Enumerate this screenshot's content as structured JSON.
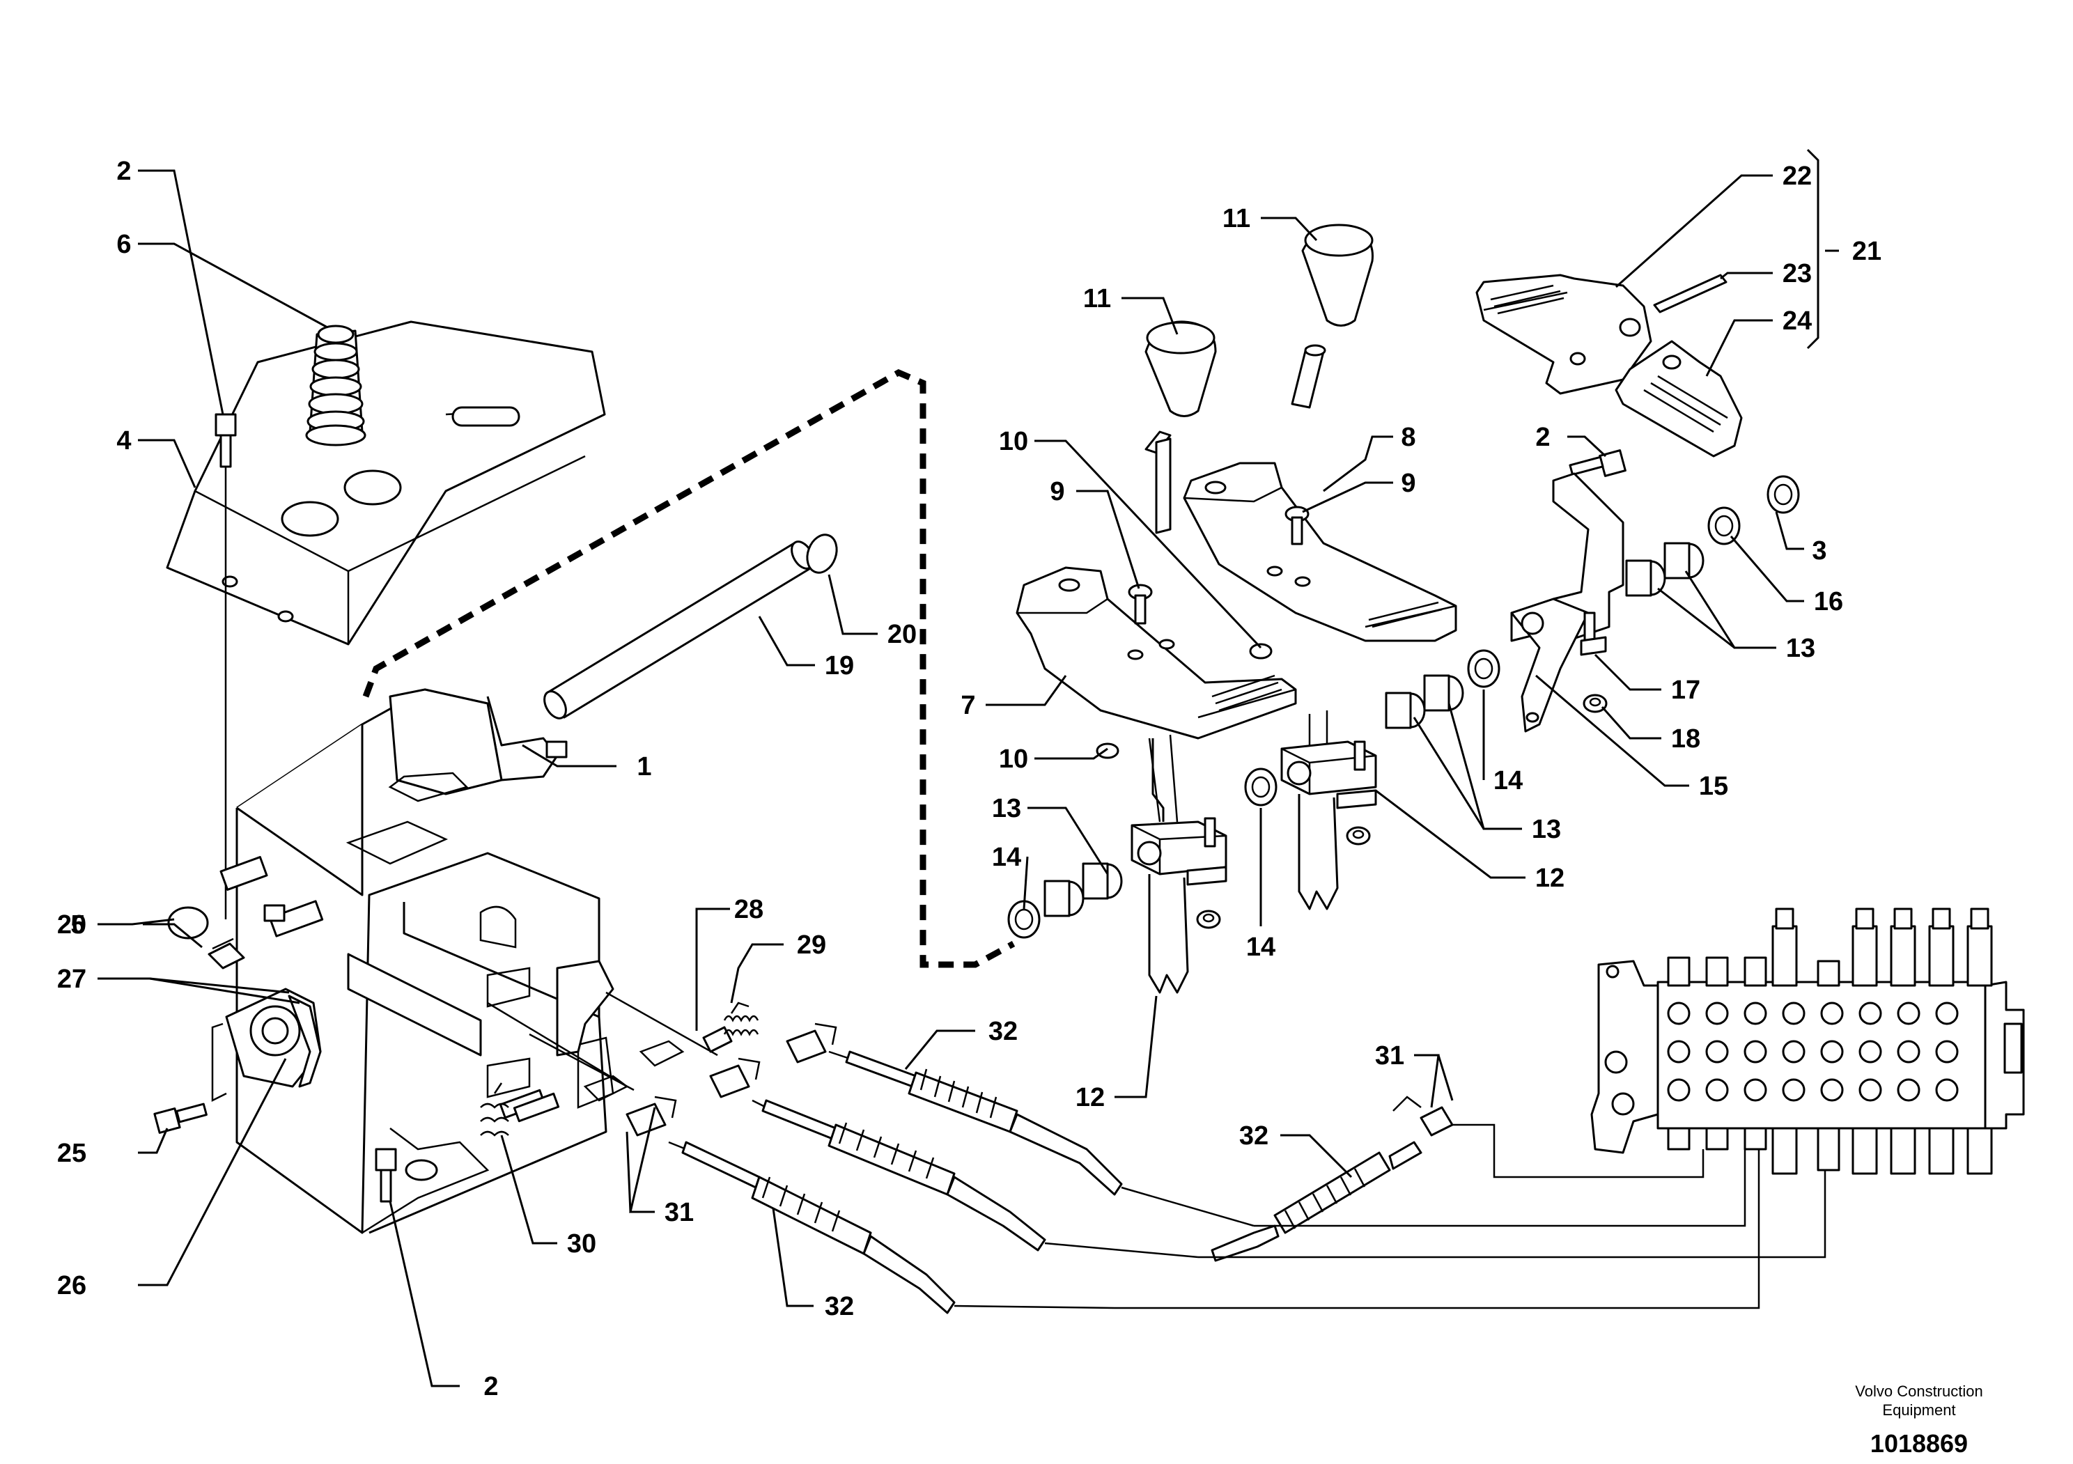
{
  "callouts": [
    {
      "key": "c1",
      "label": "1"
    },
    {
      "key": "c2a",
      "label": "2"
    },
    {
      "key": "c2b",
      "label": "2"
    },
    {
      "key": "c2c",
      "label": "2"
    },
    {
      "key": "c3",
      "label": "3"
    },
    {
      "key": "c4",
      "label": "4"
    },
    {
      "key": "c5",
      "label": "5"
    },
    {
      "key": "c6",
      "label": "6"
    },
    {
      "key": "c7",
      "label": "7"
    },
    {
      "key": "c8",
      "label": "8"
    },
    {
      "key": "c9a",
      "label": "9"
    },
    {
      "key": "c9b",
      "label": "9"
    },
    {
      "key": "c10a",
      "label": "10"
    },
    {
      "key": "c10b",
      "label": "10"
    },
    {
      "key": "c11a",
      "label": "11"
    },
    {
      "key": "c11b",
      "label": "11"
    },
    {
      "key": "c12a",
      "label": "12"
    },
    {
      "key": "c12b",
      "label": "12"
    },
    {
      "key": "c13a",
      "label": "13"
    },
    {
      "key": "c13b",
      "label": "13"
    },
    {
      "key": "c13c",
      "label": "13"
    },
    {
      "key": "c14a",
      "label": "14"
    },
    {
      "key": "c14b",
      "label": "14"
    },
    {
      "key": "c14c",
      "label": "14"
    },
    {
      "key": "c15",
      "label": "15"
    },
    {
      "key": "c16",
      "label": "16"
    },
    {
      "key": "c17",
      "label": "17"
    },
    {
      "key": "c18",
      "label": "18"
    },
    {
      "key": "c19",
      "label": "19"
    },
    {
      "key": "c20a",
      "label": "20"
    },
    {
      "key": "c20b",
      "label": "20"
    },
    {
      "key": "c21",
      "label": "21"
    },
    {
      "key": "c22",
      "label": "22"
    },
    {
      "key": "c23",
      "label": "23"
    },
    {
      "key": "c24",
      "label": "24"
    },
    {
      "key": "c25",
      "label": "25"
    },
    {
      "key": "c26",
      "label": "26"
    },
    {
      "key": "c27",
      "label": "27"
    },
    {
      "key": "c28",
      "label": "28"
    },
    {
      "key": "c29",
      "label": "29"
    },
    {
      "key": "c30",
      "label": "30"
    },
    {
      "key": "c31a",
      "label": "31"
    },
    {
      "key": "c31b",
      "label": "31"
    },
    {
      "key": "c32a",
      "label": "32"
    },
    {
      "key": "c32b",
      "label": "32"
    },
    {
      "key": "c32c",
      "label": "32"
    }
  ],
  "footer": {
    "brand_line1": "Volvo Construction",
    "brand_line2": "Equipment",
    "document_number": "1018869"
  }
}
